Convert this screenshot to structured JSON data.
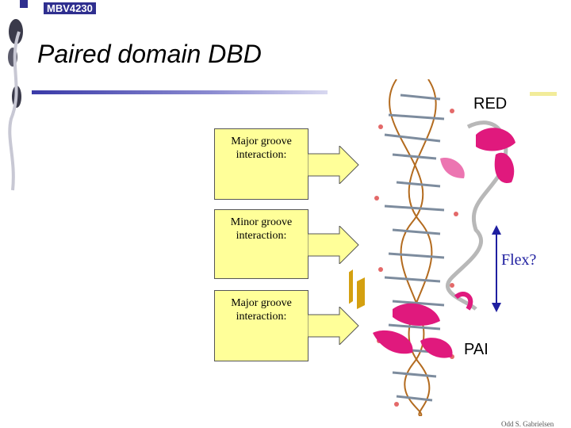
{
  "header": {
    "course_code": "MBV4230",
    "title": "Paired domain DBD"
  },
  "callouts": [
    {
      "text": "Major groove interaction:"
    },
    {
      "text": "Minor groove interaction:"
    },
    {
      "text": "Major groove interaction:"
    }
  ],
  "labels": {
    "red": "RED",
    "pai": "PAI",
    "flex": "Flex?"
  },
  "footer": {
    "credit": "Odd S. Gabrielsen"
  },
  "colors": {
    "callout_fill": "#ffff99",
    "arrow_color": "#1f1fa0",
    "helix_color": "#e0197d",
    "course_bg": "#2f2f8f"
  }
}
